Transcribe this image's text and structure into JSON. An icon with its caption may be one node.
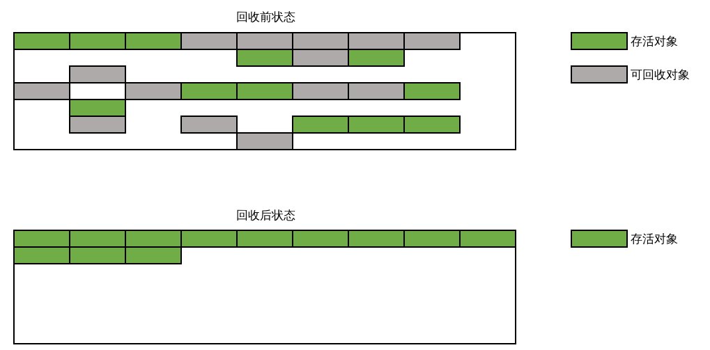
{
  "diagram": {
    "nodes": [
      {
        "text": [
          "回收前状态"
        ]
      },
      {
        "text": [],
        "shape": "box",
        "in": 0
      },
      {
        "text": [],
        "shape": "box",
        "in": 0
      },
      {
        "text": [],
        "shape": "box",
        "in": 0
      },
      {
        "text": [],
        "shape": "box",
        "in": 0
      },
      {
        "text": [],
        "shape": "box",
        "in": 0
      },
      {
        "text": [],
        "shape": "box",
        "in": 0
      },
      {
        "text": [],
        "shape": "box",
        "in": 0
      },
      {
        "text": [],
        "shape": "box",
        "in": 0
      },
      {
        "text": [],
        "shape": "box",
        "in": 0
      },
      {
        "text": [],
        "shape": "box",
        "in": 0
      },
      {
        "text": [],
        "shape": "box",
        "in": 0
      },
      {
        "text": [],
        "shape": "box",
        "in": 0
      },
      {
        "text": [],
        "shape": "box",
        "in": 0
      },
      {
        "text": [],
        "shape": "box",
        "in": 0
      },
      {
        "text": [],
        "shape": "box",
        "in": 0
      },
      {
        "text": [],
        "shape": "box",
        "in": 0
      },
      {
        "text": [],
        "shape": "box",
        "in": 0
      },
      {
        "text": [],
        "shape": "box",
        "in": 0
      },
      {
        "text": [],
        "shape": "box",
        "in": 0
      },
      {
        "text": [],
        "shape": "box",
        "in": 0
      },
      {
        "text": [],
        "shape": "box",
        "in": 0
      },
      {
        "text": [],
        "shape": "box",
        "in": 0
      },
      {
        "text": [],
        "shape": "box",
        "in": 0
      },
      {
        "text": [],
        "shape": "box",
        "in": 0
      },
      {
        "text": [],
        "shape": "box",
        "in": 0
      },
      {
        "text": [],
        "shape": "box",
        "in": 0
      },
      {
        "text": [
          "回收后状态"
        ]
      },
      {
        "text": [],
        "shape": "box",
        "in": 27
      },
      {
        "text": [],
        "shape": "box",
        "in": 27
      },
      {
        "text": [],
        "shape": "box",
        "in": 27
      },
      {
        "text": [],
        "shape": "box",
        "in": 27
      },
      {
        "text": [],
        "shape": "box",
        "in": 27
      },
      {
        "text": [],
        "shape": "box",
        "in": 27
      },
      {
        "text": [],
        "shape": "box",
        "in": 27
      },
      {
        "text": [],
        "shape": "box",
        "in": 27
      },
      {
        "text": [],
        "shape": "box",
        "in": 27
      },
      {
        "text": [],
        "shape": "box",
        "in": 27
      },
      {
        "text": [],
        "shape": "box",
        "in": 27
      },
      {
        "text": [],
        "shape": "box",
        "in": 27
      }
    ],
    "legend": [
      {
        "text": "存活对象",
        "color": "#70ad47"
      },
      {
        "text": "可回收对象",
        "color": "#aeaaaa"
      },
      {
        "text": "存活对象",
        "color": "#70ad47"
      }
    ]
  }
}
